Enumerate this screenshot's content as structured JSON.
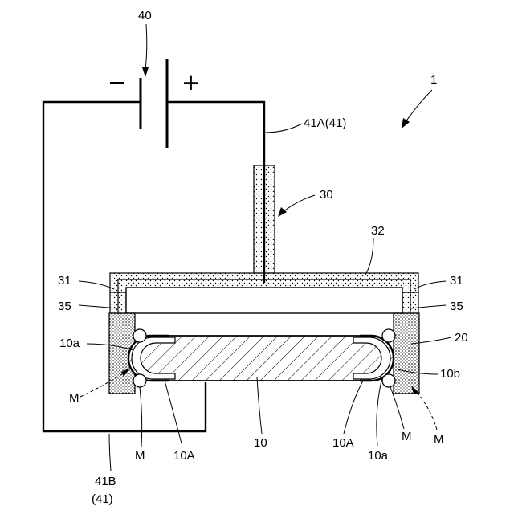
{
  "figure": {
    "ref_device": "1",
    "ref_power_source": "40",
    "minus_sign": "−",
    "plus_sign": "+",
    "label_41A": "41A(41)",
    "label_30": "30",
    "label_32": "32",
    "label_31_left": "31",
    "label_31_right": "31",
    "label_35_left": "35",
    "label_35_right": "35",
    "label_10a_left": "10a",
    "label_20": "20",
    "label_10b": "10b",
    "label_M_left_dashed": "M",
    "label_M_bottom_left": "M",
    "label_10A_left": "10A",
    "label_10": "10",
    "label_10A_right": "10A",
    "label_10a_right": "10a",
    "label_M_bottom_right": "M",
    "label_M_right_dashed": "M",
    "label_41B": "41B",
    "label_41B_sub": "(41)"
  }
}
